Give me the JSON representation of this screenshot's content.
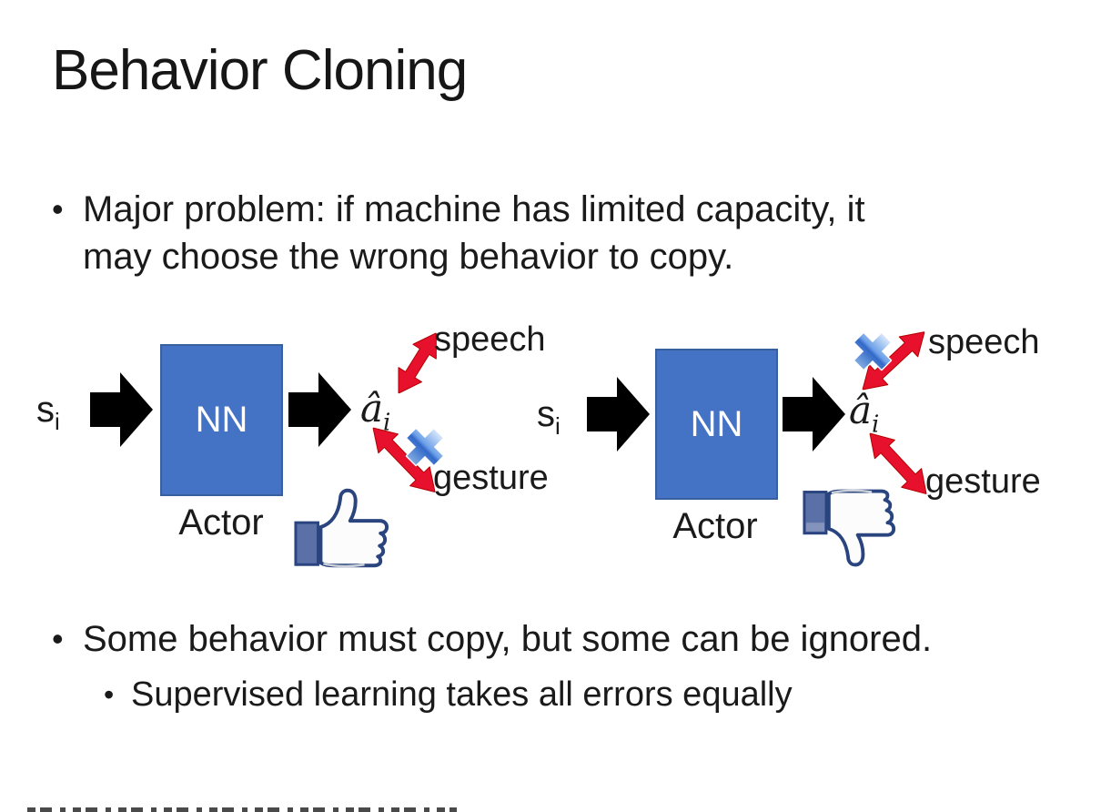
{
  "slide": {
    "title": "Behavior Cloning",
    "bullet_glyph": "•",
    "bullets": {
      "b1_line1": "Major problem: if machine has limited capacity, it",
      "b1_line2": "may choose the wrong behavior to copy.",
      "b2": "Some behavior must copy, but some can be ignored.",
      "b2_sub": "Supervised learning takes all errors equally"
    }
  },
  "diagram_left": {
    "input_main": "s",
    "input_sub": "i",
    "nn_label": "NN",
    "actor_label": "Actor",
    "output_main": "â",
    "output_sub": "i",
    "speech_label": "speech",
    "gesture_label": "gesture",
    "crossed_arrow": "gesture",
    "feedback_icon": "thumbs-up-icon"
  },
  "diagram_right": {
    "input_main": "s",
    "input_sub": "i",
    "nn_label": "NN",
    "actor_label": "Actor",
    "output_main": "â",
    "output_sub": "i",
    "speech_label": "speech",
    "gesture_label": "gesture",
    "crossed_arrow": "speech",
    "feedback_icon": "thumbs-down-icon"
  },
  "colors": {
    "nn_box_fill": "#4472C4",
    "nn_box_border": "#3A5F9E",
    "block_arrow": "#000000",
    "red_arrow": "#E8112D",
    "cross_blue": "#3268C8",
    "thumb_outline": "#29447E",
    "thumb_cuff_fill": "#5C70A8",
    "text": "#1A1A1A"
  }
}
